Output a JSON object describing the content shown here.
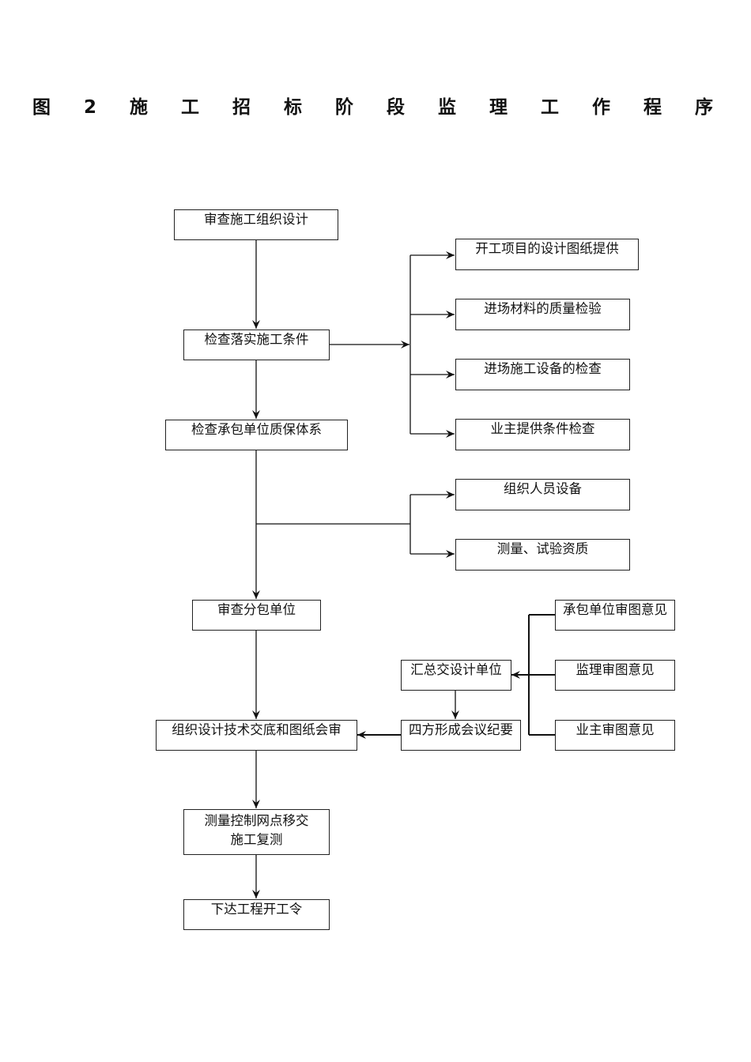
{
  "title": "图 2  施 工 招 标 阶 段 监 理 工 作 程 序",
  "main_flow": [
    "审查施工组织设计",
    "检查落实施工条件",
    "检查承包单位质保体系",
    "审查分包单位",
    "组织设计技术交底和图纸会审",
    [
      "测量控制网点移交",
      "施工复测"
    ],
    "下达工程开工令"
  ],
  "conditions_branch": [
    "开工项目的设计图纸提供",
    "进场材料的质量检验",
    "进场施工设备的检查",
    "业主提供条件检查"
  ],
  "qa_branch": [
    "组织人员设备",
    "测量、试验资质"
  ],
  "review_opinions": [
    "承包单位审图意见",
    "监理审图意见",
    "业主审图意见"
  ],
  "summary_box": "汇总交设计单位",
  "minutes_box": "四方形成会议纪要"
}
